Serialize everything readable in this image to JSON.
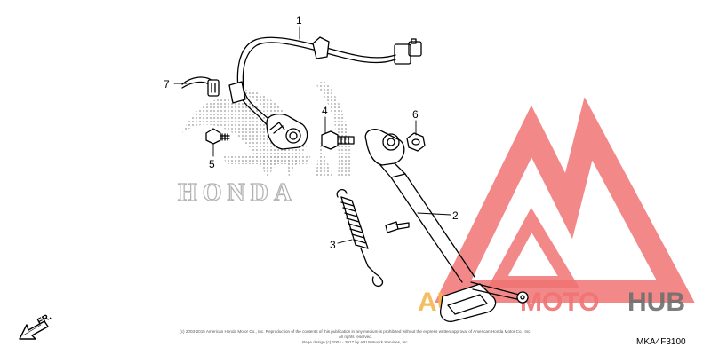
{
  "diagram": {
    "callouts": [
      {
        "id": "1",
        "label": "1"
      },
      {
        "id": "2",
        "label": "2"
      },
      {
        "id": "3",
        "label": "3"
      },
      {
        "id": "4",
        "label": "4"
      },
      {
        "id": "5",
        "label": "5"
      },
      {
        "id": "6",
        "label": "6"
      },
      {
        "id": "7",
        "label": "7"
      }
    ],
    "watermark_text": "HONDA",
    "brand": {
      "auto": "AUTO",
      "moto": "MOTO",
      "hub": "HUB"
    },
    "direction_label": "FR.",
    "copyright_line1": "(c) 2003-2015 American Honda Motor Co., Inc. Reproduction of the contents of this publication in any medium is prohibited without the express written approval of American Honda Motor Co., Inc. All rights reserved.",
    "copyright_line2": "Page design (c) 2004 - 2017 by ARI Network Services, Inc.",
    "diagram_code": "MKA4F3100",
    "colors": {
      "line": "#000000",
      "watermark": "#b0b0b0",
      "brand_red": "#f07373",
      "brand_orange": "#f6b54f",
      "brand_gray": "#6f6f6f"
    }
  }
}
